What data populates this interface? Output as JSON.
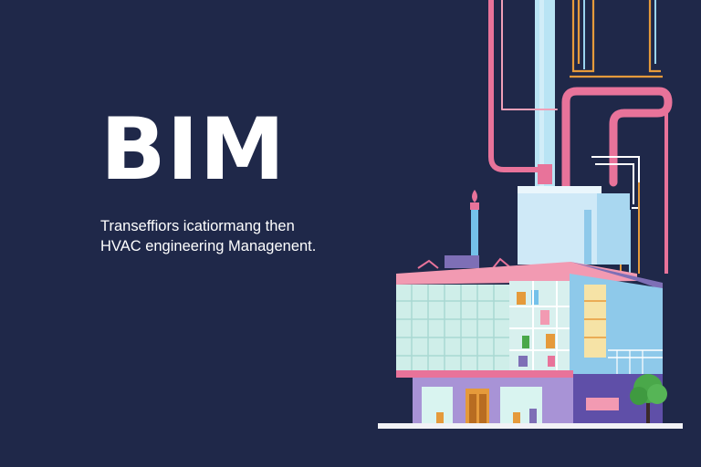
{
  "hero": {
    "title": "BIM",
    "tagline_line1": "Transeffiors icatiormang then",
    "tagline_line2": "HVAC engineering Managenent."
  },
  "colors": {
    "background": "#1f2849",
    "pipe_pink": "#e8739a",
    "pipe_blue": "#a6dcf0",
    "pipe_orange": "#e59a3b",
    "tree_green": "#4aa84a",
    "roof_pink": "#f29ab2",
    "wall_blue": "#8ec9ea",
    "base_purple": "#7e6fb6"
  },
  "icons": [
    "building-illustration",
    "tree-icon",
    "chimney-icon"
  ]
}
